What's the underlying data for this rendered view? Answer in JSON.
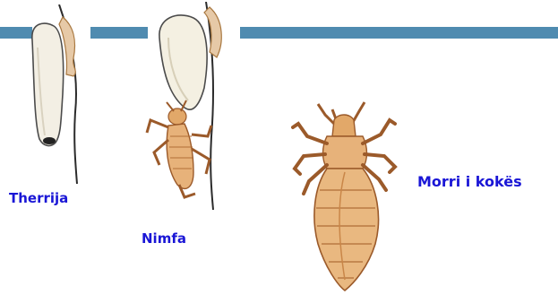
{
  "labels": {
    "egg": "Therrija",
    "nymph": "Nimfa",
    "adult": "Morri i kokës"
  },
  "colors": {
    "header_band": "#4f8bb0",
    "label_text": "#1a16d6",
    "egg_fill": "#f2efe6",
    "louse_body": "#e2a869",
    "louse_outline": "#9b5a2a"
  },
  "illustrations": [
    "louse-egg-nit",
    "louse-nymph",
    "adult-head-louse"
  ]
}
